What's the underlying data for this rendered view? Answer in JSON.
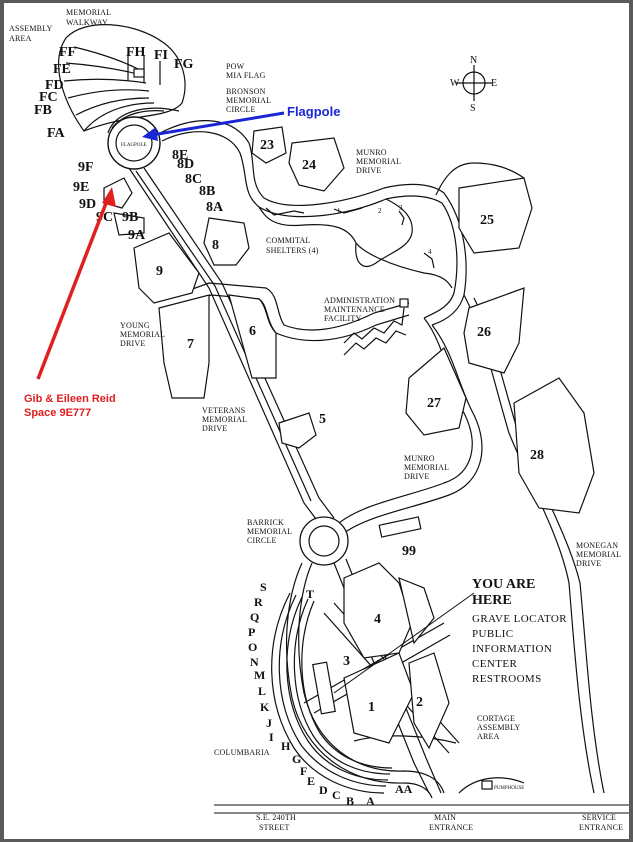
{
  "map": {
    "compass": {
      "n": "N",
      "s": "S",
      "e": "E",
      "w": "W"
    },
    "callouts": {
      "flagpole": "Flagpole",
      "reid_line1": "Gib & Eileen Reid",
      "reid_line2": "Space 9E777",
      "marker_color_blue": "#1826d6",
      "marker_color_red": "#e02020"
    },
    "places": {
      "assembly_area_1": "ASSEMBLY",
      "assembly_area_2": "AREA",
      "memorial_walkway_1": "MEMORIAL",
      "memorial_walkway_2": "WALKWAY",
      "pow_1": "POW",
      "pow_2": "MIA FLAG",
      "bronson_1": "BRONSON",
      "bronson_2": "MEMORIAL",
      "bronson_3": "CIRCLE",
      "flagpole_inner": "FLAGPOLE",
      "munro_top_1": "MUNRO",
      "munro_top_2": "MEMORIAL",
      "munro_top_3": "DRIVE",
      "commital_1": "COMMITAL",
      "commital_2": "SHELTERS (4)",
      "admin_1": "ADMINISTRATION",
      "admin_2": "MAINTENANCE",
      "admin_3": "FACILITY",
      "young_1": "YOUNG",
      "young_2": "MEMORIAL",
      "young_3": "DRIVE",
      "veterans_1": "VETERANS",
      "veterans_2": "MEMORIAL",
      "veterans_3": "DRIVE",
      "munro_mid_1": "MUNRO",
      "munro_mid_2": "MEMORIAL",
      "munro_mid_3": "DRIVE",
      "barrick_1": "BARRICK",
      "barrick_2": "MEMORIAL",
      "barrick_3": "CIRCLE",
      "monegan_1": "MONEGAN",
      "monegan_2": "MEMORIAL",
      "monegan_3": "DRIVE",
      "columbaria": "COLUMBARIA",
      "cortage_1": "CORTAGE",
      "cortage_2": "ASSEMBLY",
      "cortage_3": "AREA",
      "st_1": "S.E. 240TH",
      "st_2": "STREET",
      "main_1": "MAIN",
      "main_2": "ENTRANCE",
      "service_1": "SERVICE",
      "service_2": "ENTRANCE",
      "pumphouse": "PUMPHOUSE"
    },
    "you_are_here": {
      "line1": "YOU ARE",
      "line2": "HERE",
      "item1": "GRAVE LOCATOR",
      "item2": "PUBLIC",
      "item3": "INFORMATION",
      "item4": "CENTER",
      "item5": "RESTROOMS"
    },
    "fan_sections": {
      "FF": "FF",
      "FE": "FE",
      "FD": "FD",
      "FC": "FC",
      "FB": "FB",
      "FA": "FA",
      "FH": "FH",
      "FI": "FI",
      "FG": "FG"
    },
    "sections": {
      "s9F": "9F",
      "s9E": "9E",
      "s9D": "9D",
      "s9C": "9C",
      "s9B": "9B",
      "s9A": "9A",
      "s9": "9",
      "s8E": "8E",
      "s8D": "8D",
      "s8C": "8C",
      "s8B": "8B",
      "s8A": "8A",
      "s8": "8",
      "s7": "7",
      "s6": "6",
      "s5": "5",
      "s23": "23",
      "s24": "24",
      "s25": "25",
      "s26": "26",
      "s27": "27",
      "s28": "28",
      "s99": "99",
      "s4": "4",
      "s3": "3",
      "s2": "2",
      "s1": "1"
    },
    "shelters": {
      "n1": "1",
      "n2": "2",
      "n3": "3",
      "n4": "4"
    },
    "columbaria_letters": [
      "S",
      "R",
      "Q",
      "P",
      "O",
      "N",
      "M",
      "L",
      "K",
      "J",
      "I",
      "H",
      "G",
      "F",
      "E",
      "D",
      "C",
      "B",
      "A",
      "AA",
      "T"
    ]
  }
}
